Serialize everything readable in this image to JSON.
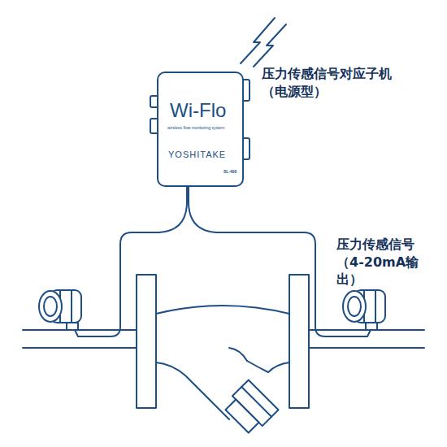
{
  "diagram": {
    "nodes": [
      {
        "text": [
          "Wi-Flo",
          "wireless flow monitoring system",
          "YOSHITAKE",
          "SL-400"
        ]
      }
    ],
    "labels": [
      "压力传感信号对应子机 （电源型）",
      "压力传感信号 （4-20mA输出）"
    ]
  }
}
